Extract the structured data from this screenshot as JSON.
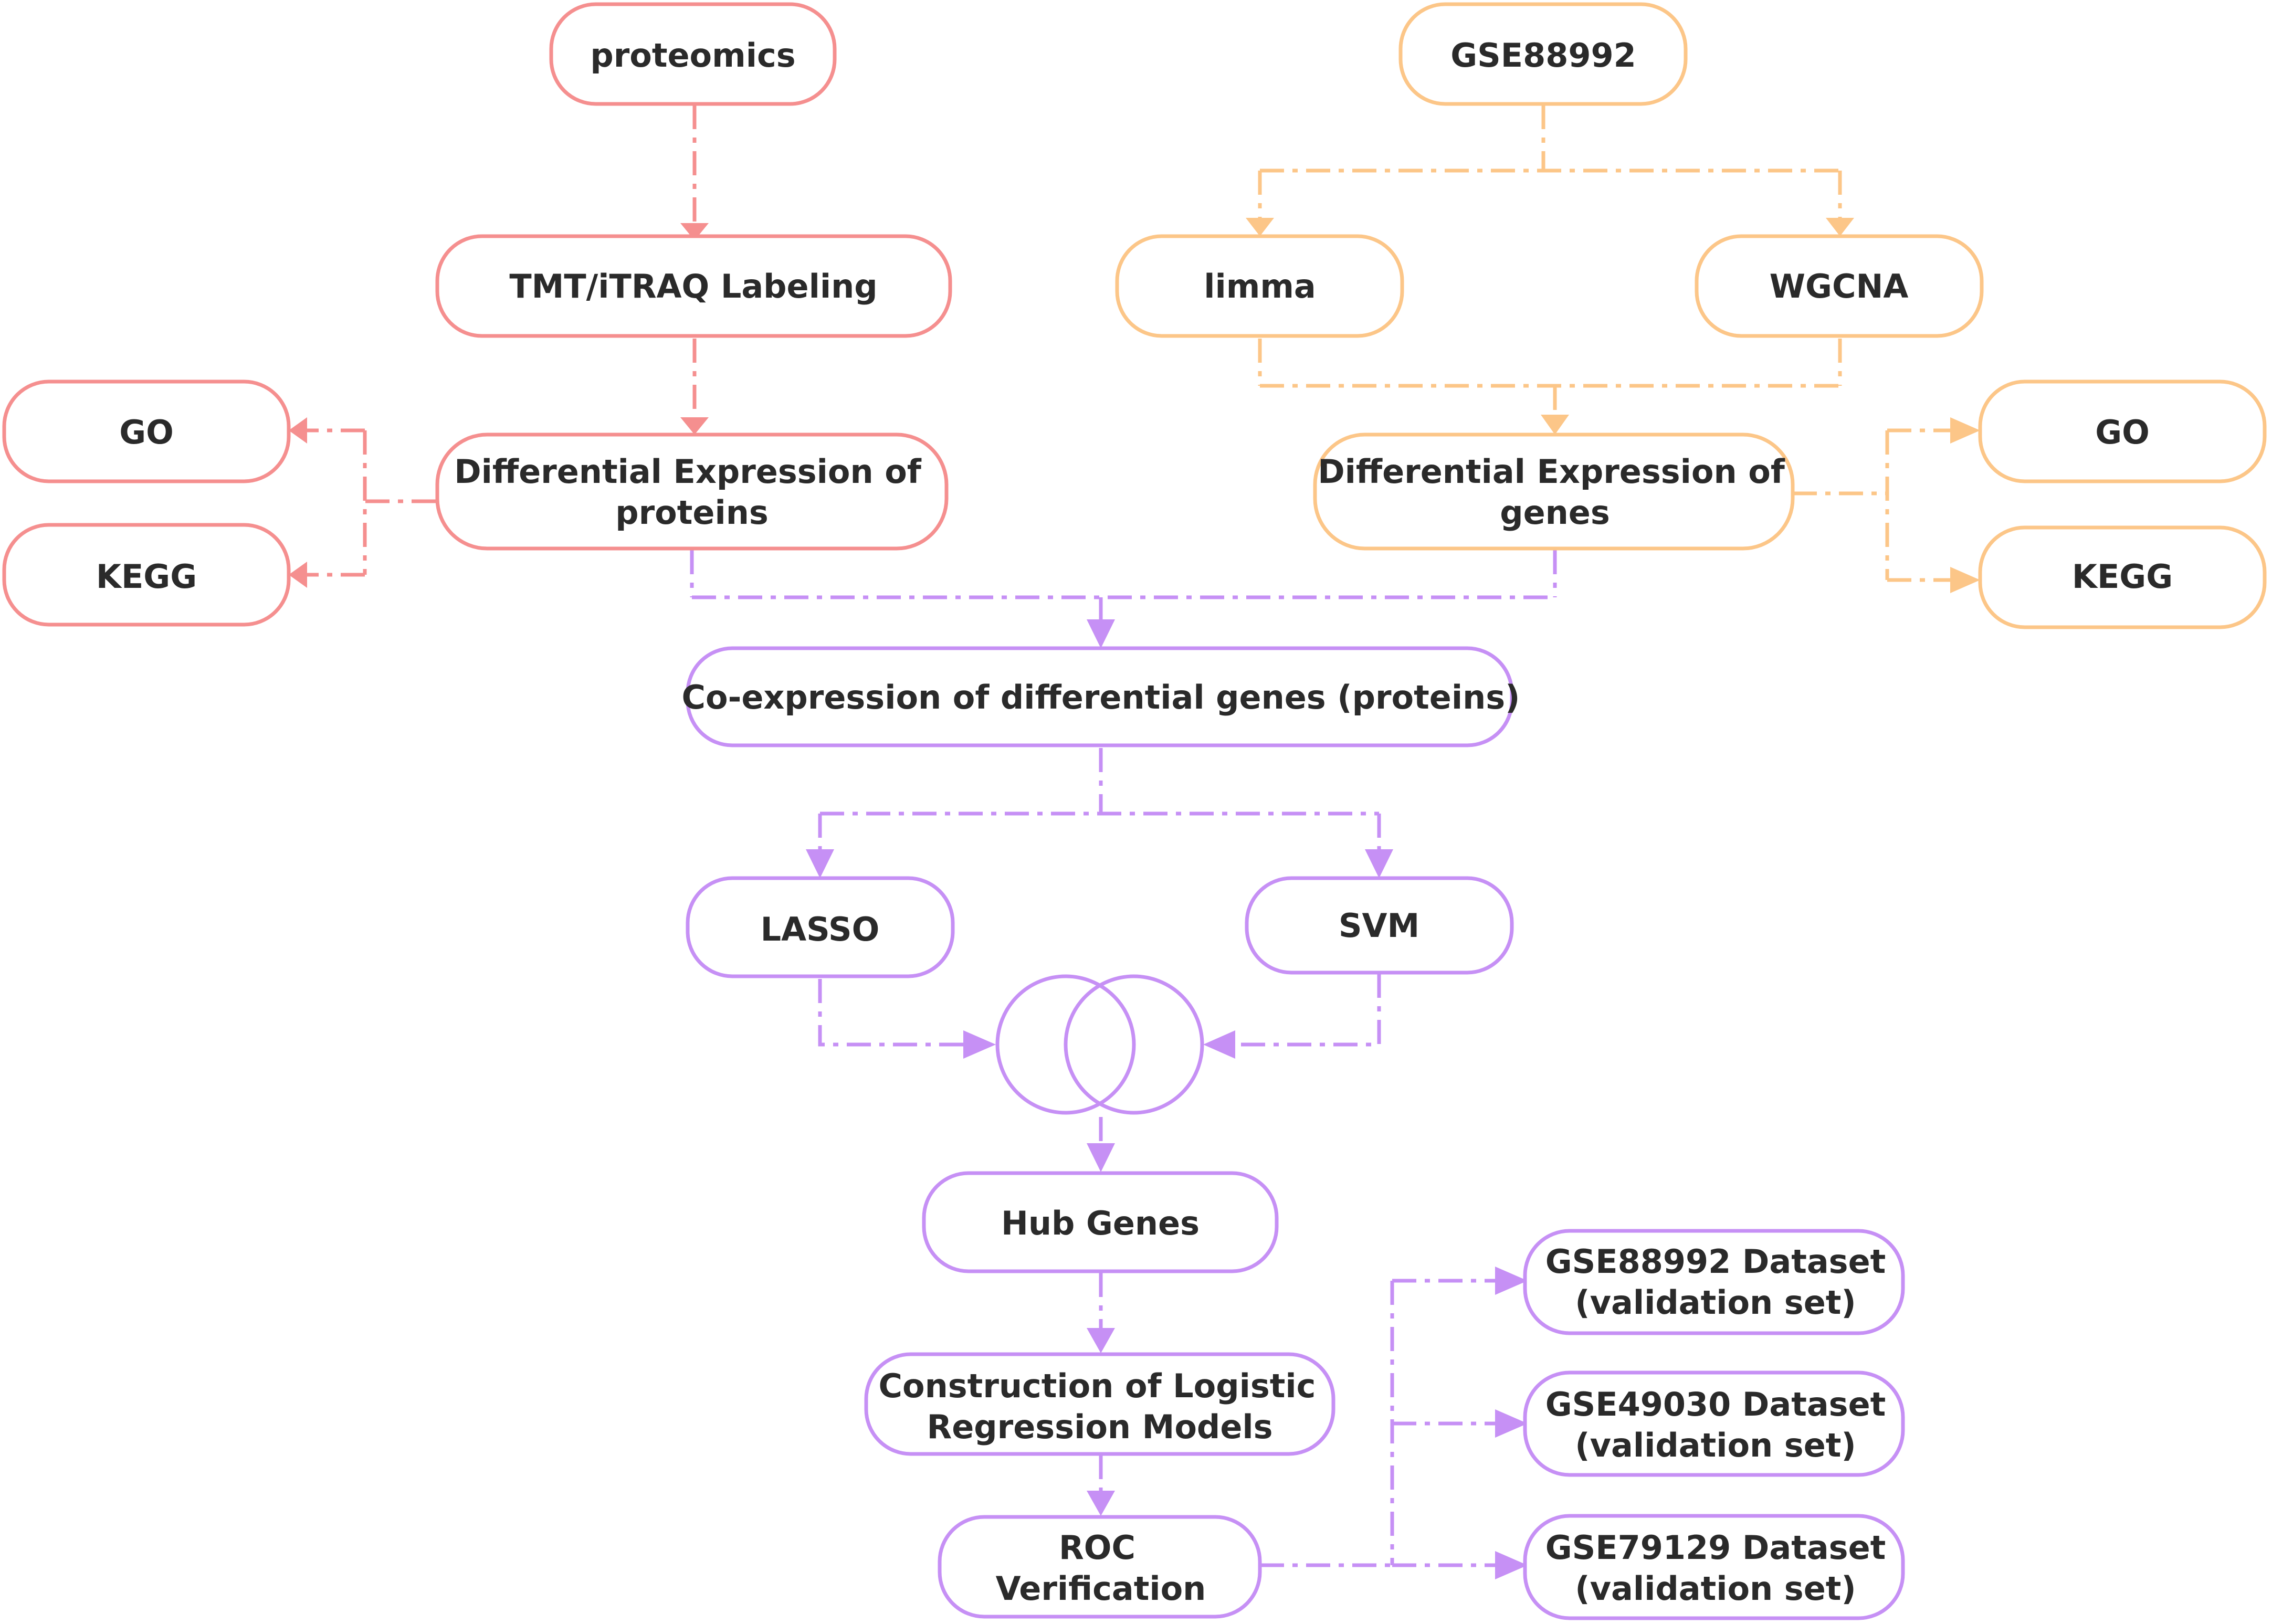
{
  "nodes": {
    "proteomics": "proteomics",
    "gse88992": "GSE88992",
    "tmt": "TMT/iTRAQ Labeling",
    "limma": "limma",
    "wgcna": "WGCNA",
    "go_left": "GO",
    "kegg_left": "KEGG",
    "diff_proteins": [
      "Differential Expression of",
      "proteins"
    ],
    "diff_genes": [
      "Differential Expression of",
      "genes"
    ],
    "go_right": "GO",
    "kegg_right": "KEGG",
    "coexpression": "Co-expression of differential genes (proteins)",
    "lasso": "LASSO",
    "svm": "SVM",
    "hub_genes": "Hub Genes",
    "logistic": [
      "Construction of Logistic",
      "Regression Models"
    ],
    "roc": [
      "ROC",
      "Verification"
    ],
    "val_88992": [
      "GSE88992 Dataset",
      "(validation set)"
    ],
    "val_49030": [
      "GSE49030 Dataset",
      "(validation set)"
    ],
    "val_79129": [
      "GSE79129 Dataset",
      "(validation set)"
    ]
  },
  "colors": {
    "proteomics_branch": "#f58f8f",
    "transcriptomics_branch": "#fcc688",
    "integration_branch": "#c690f5"
  },
  "icons": {
    "intersection": "venn-diagram-icon"
  }
}
